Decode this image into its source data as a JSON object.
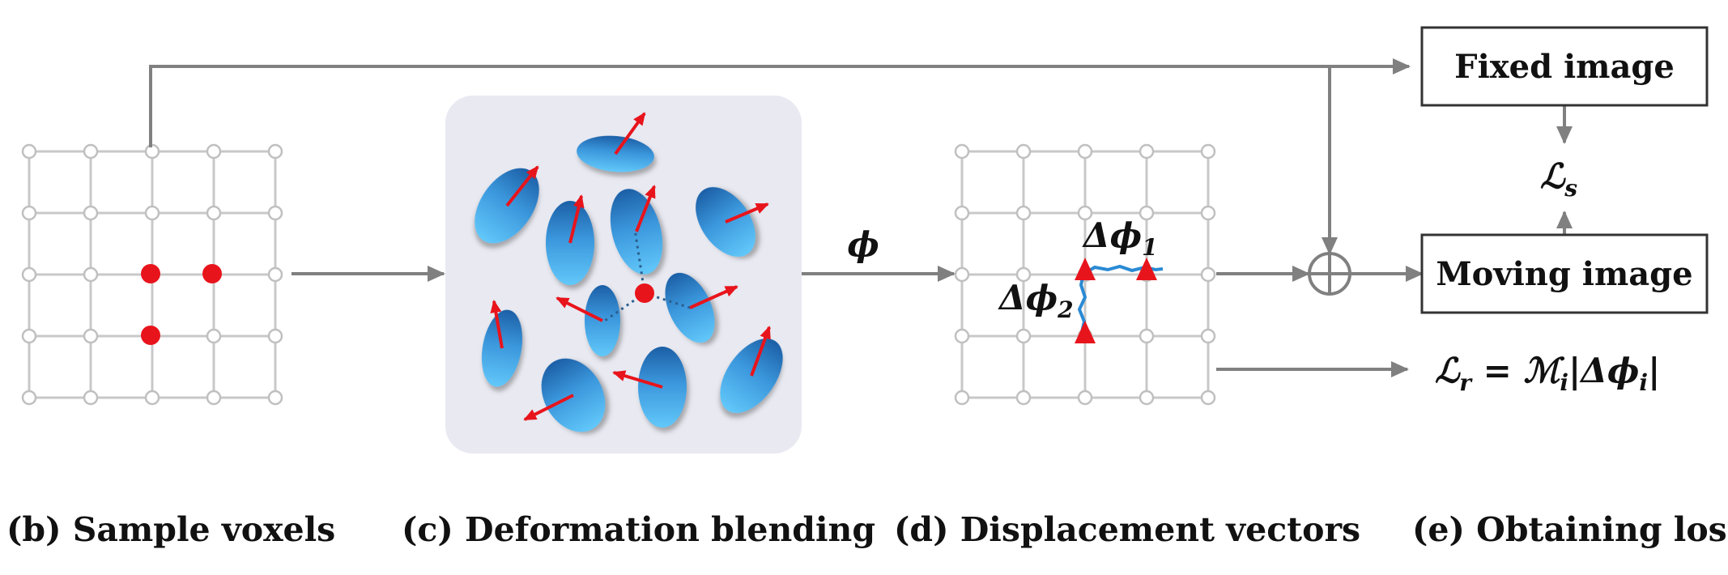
{
  "boxes": {
    "fixed_label": "Fixed image",
    "moving_label": "Moving image"
  },
  "math": {
    "phi": "ϕ",
    "delta_phi_1": "Δϕ",
    "delta_phi_1_sub": "1",
    "delta_phi_2": "Δϕ",
    "delta_phi_2_sub": "2",
    "loss_s": "ℒ",
    "loss_s_sub": "s",
    "loss_r_lhs": "ℒ",
    "loss_r_lhs_sub": "r",
    "loss_r_rhs": " = ℳ",
    "loss_r_rhs_sub": "i",
    "loss_r_abs": "|Δϕ",
    "loss_r_abs_sub": "i",
    "loss_r_close": "|"
  },
  "captions": {
    "b": "(b) Sample voxels",
    "c": "(c) Deformation blending",
    "d": "(d) Displacement vectors",
    "e": "(e) Obtaining loss"
  },
  "colors": {
    "arrow_gray": "#808080",
    "grid_gray": "#c8c8c8",
    "red": "#e8141c",
    "panel_bg": "#e8e9f1",
    "ellipse_light": "#5ec3f7",
    "ellipse_dark": "#1e6fb7",
    "path_blue": "#2a8ad4"
  }
}
